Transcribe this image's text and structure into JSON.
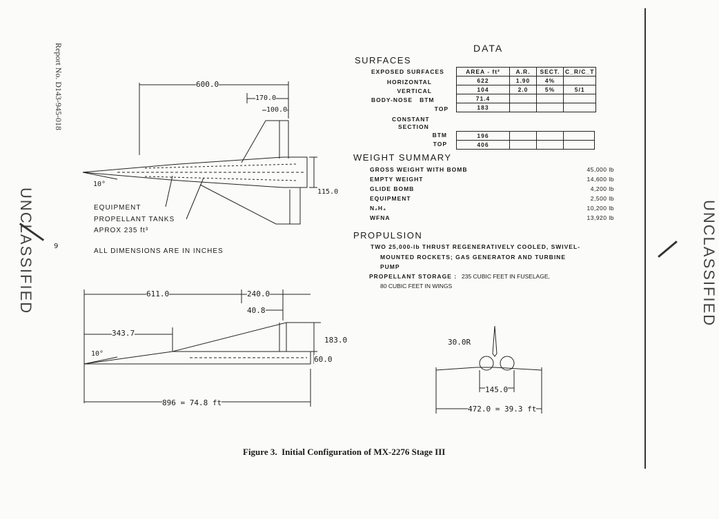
{
  "report_number": "Report No. D143-945-018",
  "page_number": "9",
  "stamp_left": "UNCLASSIFIED",
  "stamp_right": "UNCLASSIFIED",
  "data_title": "DATA",
  "surfaces": {
    "heading": "SURFACES",
    "col_label": "EXPOSED SURFACES",
    "headers": [
      "AREA - ft²",
      "A.R.",
      "SECT.",
      "C_R/C_T"
    ],
    "rows": [
      {
        "label": "HORIZONTAL",
        "cells": [
          "622",
          "1.90",
          "4%",
          ""
        ]
      },
      {
        "label": "VERTICAL",
        "cells": [
          "104",
          "2.0",
          "5%",
          "5/1"
        ]
      },
      {
        "label": "BODY-NOSE   BTM",
        "cells": [
          "71.4",
          "",
          "",
          ""
        ]
      },
      {
        "label": "TOP",
        "cells": [
          "183",
          "",
          "",
          ""
        ]
      }
    ],
    "constant_label": [
      "CONSTANT",
      "SECTION"
    ],
    "rows2": [
      {
        "label": "BTM",
        "cells": [
          "196",
          "",
          "",
          ""
        ]
      },
      {
        "label": "TOP",
        "cells": [
          "406",
          "",
          "",
          ""
        ]
      }
    ]
  },
  "weight": {
    "heading": "WEIGHT SUMMARY",
    "rows": [
      {
        "label": "GROSS WEIGHT WITH BOMB",
        "value": "45,000 lb"
      },
      {
        "label": "EMPTY WEIGHT",
        "value": "14,600 lb"
      },
      {
        "label": "GLIDE BOMB",
        "value": "4,200 lb"
      },
      {
        "label": "EQUIPMENT",
        "value": "2,500 lb"
      },
      {
        "label": "N₂H₄",
        "value": "10,200 lb"
      },
      {
        "label": "WFNA",
        "value": "13,920 lb"
      }
    ]
  },
  "propulsion": {
    "heading": "PROPULSION",
    "line1": "TWO 25,000-lb THRUST REGENERATIVELY COOLED, SWIVEL-",
    "line2": "MOUNTED ROCKETS; GAS GENERATOR AND TURBINE",
    "line3": "PUMP",
    "storage_label": "PROPELLANT STORAGE :",
    "storage1": "235 CUBIC FEET IN FUSELAGE,",
    "storage2": "80 CUBIC FEET IN WINGS"
  },
  "plan_view": {
    "dim_600": "600.0",
    "dim_170": "170.0",
    "dim_100": "100.0",
    "dim_115": "115.0",
    "angle": "10°",
    "equipment": "EQUIPMENT",
    "tanks1": "PROPELLANT TANKS",
    "tanks2": "APROX  235 ft³",
    "note": "ALL DIMENSIONS ARE IN INCHES"
  },
  "side_view": {
    "dim_611": "611.0",
    "dim_240": "240.0",
    "dim_40": "40.8",
    "dim_343": "343.7",
    "dim_183": "183.0",
    "dim_60": "60.0",
    "angle": "10°",
    "length": "896 = 74.8 ft"
  },
  "front_view": {
    "radius": "30.0R",
    "dim_145": "145.0",
    "span": "472.0 = 39.3 ft"
  },
  "caption": "Figure 3.  Initial Configuration of MX-2276 Stage III"
}
